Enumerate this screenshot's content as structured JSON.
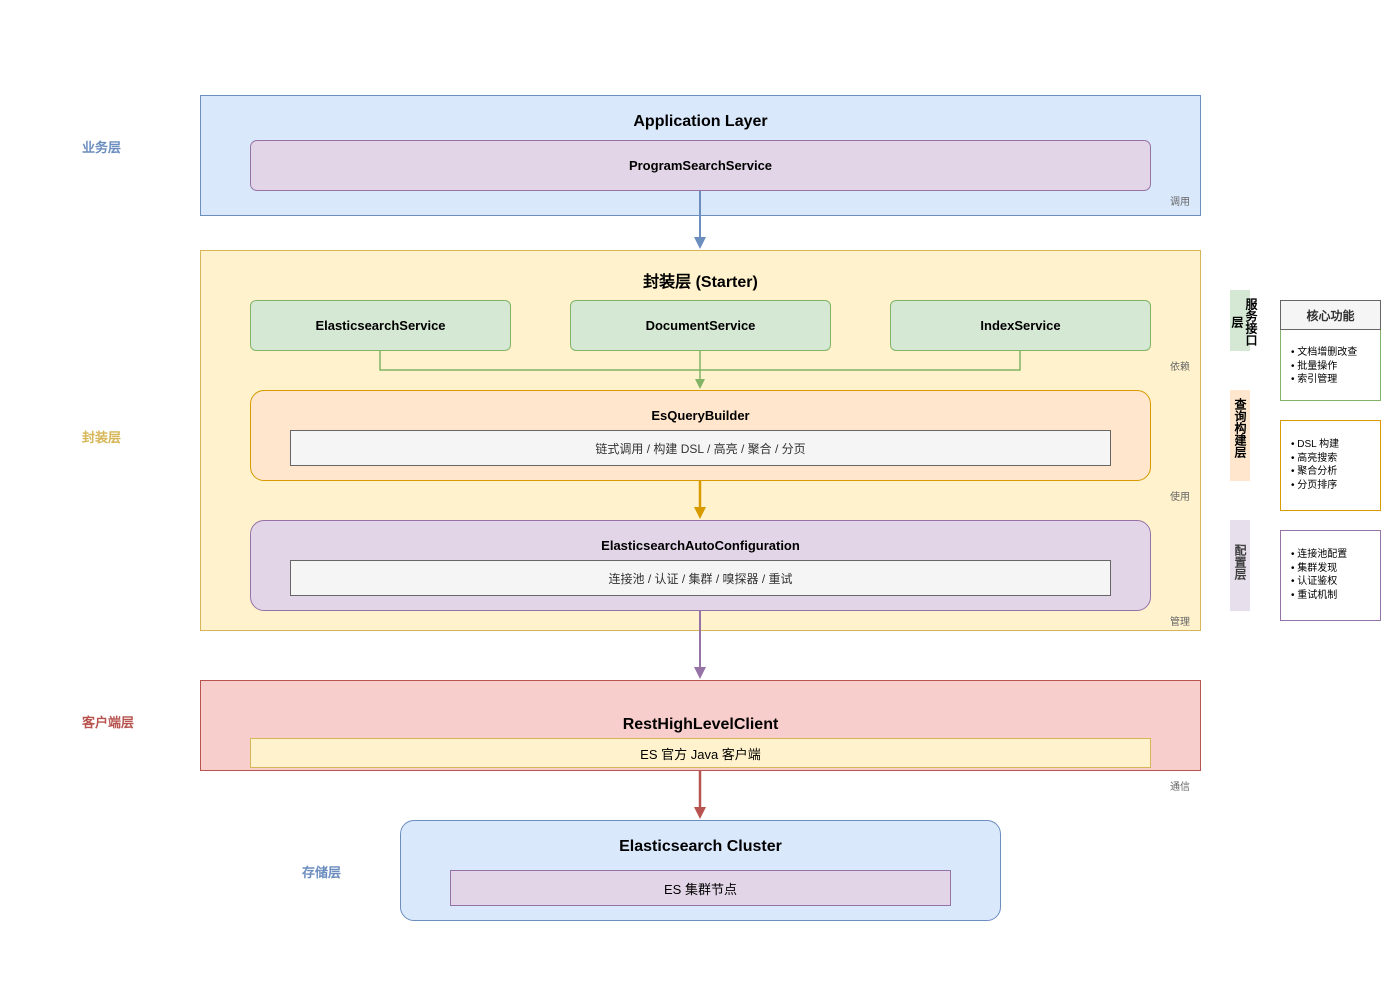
{
  "side_labels": {
    "business": "业务层",
    "wrapper": "封装层",
    "client": "客户端层",
    "storage": "存储层"
  },
  "application_layer": {
    "title": "Application Layer",
    "service": "ProgramSearchService",
    "edge_label": "调用"
  },
  "starter_layer": {
    "title": "封装层 (Starter)",
    "services": [
      "ElasticsearchService",
      "DocumentService",
      "IndexService"
    ],
    "edge_label_depend": "依赖",
    "edge_label_use": "使用",
    "edge_label_manage": "管理",
    "query_builder": {
      "title": "EsQueryBuilder",
      "desc": "链式调用 / 构建 DSL / 高亮 / 聚合 / 分页"
    },
    "auto_config": {
      "title": "ElasticsearchAutoConfiguration",
      "desc": "连接池 / 认证 / 集群 / 嗅探器 / 重试"
    }
  },
  "client_layer": {
    "title": "RestHighLevelClient",
    "desc": "ES 官方 Java 客户端",
    "edge_label": "通信"
  },
  "cluster": {
    "title": "Elasticsearch Cluster",
    "desc": "ES 集群节点"
  },
  "legend": {
    "service_layer_label": "服务接口层",
    "query_layer_label": "查询构建层",
    "config_layer_label": "配置层",
    "core_title": "核心功能",
    "core_items": [
      "文档增删改查",
      "批量操作",
      "索引管理"
    ],
    "query_items": [
      "DSL 构建",
      "高亮搜索",
      "聚合分析",
      "分页排序"
    ],
    "config_items": [
      "连接池配置",
      "集群发现",
      "认证鉴权",
      "重试机制"
    ]
  },
  "colors": {
    "blue_fill": "#dae8fc",
    "blue_stroke": "#6c8ebf",
    "yellow_fill": "#fff2cc",
    "yellow_stroke": "#d6b656",
    "purple_fill": "#e1d5e7",
    "purple_stroke": "#9673a6",
    "green_fill": "#d5e8d4",
    "green_stroke": "#82b366",
    "orange_fill": "#ffe6cc",
    "orange_stroke": "#d79b00",
    "red_fill": "#f8cecc",
    "red_stroke": "#b85450"
  }
}
